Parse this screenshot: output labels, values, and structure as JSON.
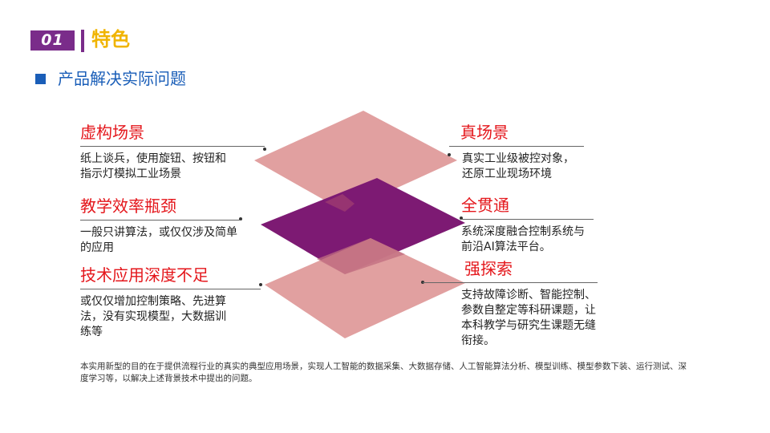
{
  "header": {
    "badge": "01",
    "title": "特色"
  },
  "subtitle": "产品解决实际问题",
  "left": [
    {
      "heading": "虚构场景",
      "body": "纸上谈兵，使用旋钮、按钮和指示灯模拟工业场景"
    },
    {
      "heading": "教学效率瓶颈",
      "body": "一般只讲算法，或仅仅涉及简单的应用"
    },
    {
      "heading": "技术应用深度不足",
      "body": "或仅仅增加控制策略、先进算法，没有实现模型，大数据训练等"
    }
  ],
  "right": [
    {
      "heading": "真场景",
      "body": "真实工业级被控对象，还原工业现场环境"
    },
    {
      "heading": "全贯通",
      "body": "系统深度融合控制系统与前沿AI算法平台。"
    },
    {
      "heading": "强探索",
      "body": "支持故障诊断、智能控制、参数自整定等科研课题，让本科教学与研究生课题无缝衔接。"
    }
  ],
  "footer": "本实用新型的目的在于提供流程行业的真实的典型应用场景，实现人工智能的数据采集、大数据存储、人工智能算法分析、模型训练、模型参数下装、运行测试、深度学习等，以解决上述背景技术中提出的问题。",
  "colors": {
    "accent_purple": "#7a2c8a",
    "title_gold": "#f0b400",
    "subtitle_blue": "#1a5eb8",
    "heading_red": "#e4161b",
    "layer_pink": "#dd9393",
    "layer_purple": "#7d1a73"
  }
}
